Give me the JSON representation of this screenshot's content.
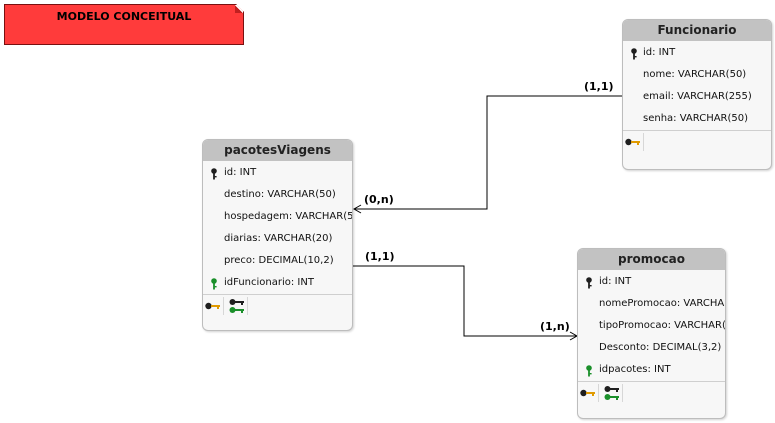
{
  "note": {
    "title": "MODELO CONCEITUAL",
    "color": "#ff3b3b"
  },
  "entities": {
    "funcionario": {
      "name": "Funcionario",
      "attrs": [
        {
          "label": "id: INT",
          "key": "pk"
        },
        {
          "label": "nome: VARCHAR(50)",
          "key": "none"
        },
        {
          "label": "email: VARCHAR(255)",
          "key": "none"
        },
        {
          "label": "senha: VARCHAR(50)",
          "key": "none"
        }
      ]
    },
    "pacotes": {
      "name": "pacotesViagens",
      "attrs": [
        {
          "label": "id: INT",
          "key": "pk"
        },
        {
          "label": "destino: VARCHAR(50)",
          "key": "none"
        },
        {
          "label": "hospedagem: VARCHAR(5",
          "key": "none"
        },
        {
          "label": "diarias: VARCHAR(20)",
          "key": "none"
        },
        {
          "label": "preco: DECIMAL(10,2)",
          "key": "none"
        },
        {
          "label": "idFuncionario: INT",
          "key": "fk"
        }
      ]
    },
    "promocao": {
      "name": "promocao",
      "attrs": [
        {
          "label": "id: INT",
          "key": "pk"
        },
        {
          "label": "nomePromocao: VARCHA",
          "key": "none"
        },
        {
          "label": "tipoPromocao: VARCHAR(",
          "key": "none"
        },
        {
          "label": "Desconto: DECIMAL(3,2)",
          "key": "none"
        },
        {
          "label": "idpacotes: INT",
          "key": "fk"
        }
      ]
    }
  },
  "cardinalities": {
    "func_side": "(1,1)",
    "pacotes_from_func": "(0,n)",
    "pacotes_side": "(1,1)",
    "promocao_side": "(1,n)"
  },
  "colors": {
    "pk_key": "#1f1f1f",
    "fk_key": "#1a8f2a",
    "index_key": "#e09a00",
    "header": "#c2c2c2"
  }
}
